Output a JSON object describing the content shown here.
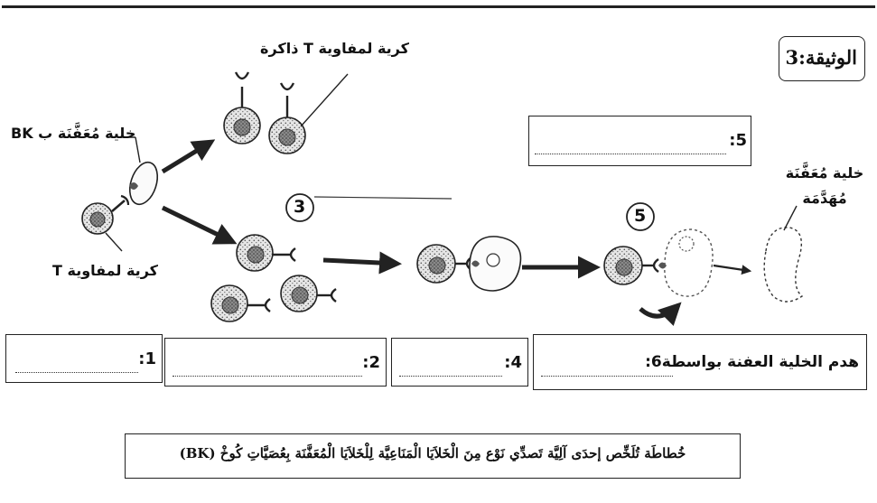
{
  "document": {
    "title": "الوثيقة:3",
    "caption": "خُطاطَة تُلَخِّص إحدَى آلِيَّة تَصدِّي نَوْع مِنَ الْخَلاَيَا الْمَنَاعِيَّة لِلْخَلاَيَا الْمُعَفَّنَة بِعُصَيَّاتِ كُوخْ (BK)"
  },
  "labels": {
    "infected_cell": "خلية مُعَفَّنَة ب BK",
    "t_lymphocyte": "كرية لمفاوية T",
    "memory_t": "كرية لمفاوية T ذاكرة",
    "destroyed_cell": "خلية مُعَفَّنَة مُهَدَّمَة",
    "step_3": "3",
    "step_5": "5"
  },
  "answers": {
    "a1": ":1",
    "a2": ":2",
    "a4": ":4",
    "a5": ":5",
    "a6": "هدم الخلية العفنة بواسطة6:"
  }
}
